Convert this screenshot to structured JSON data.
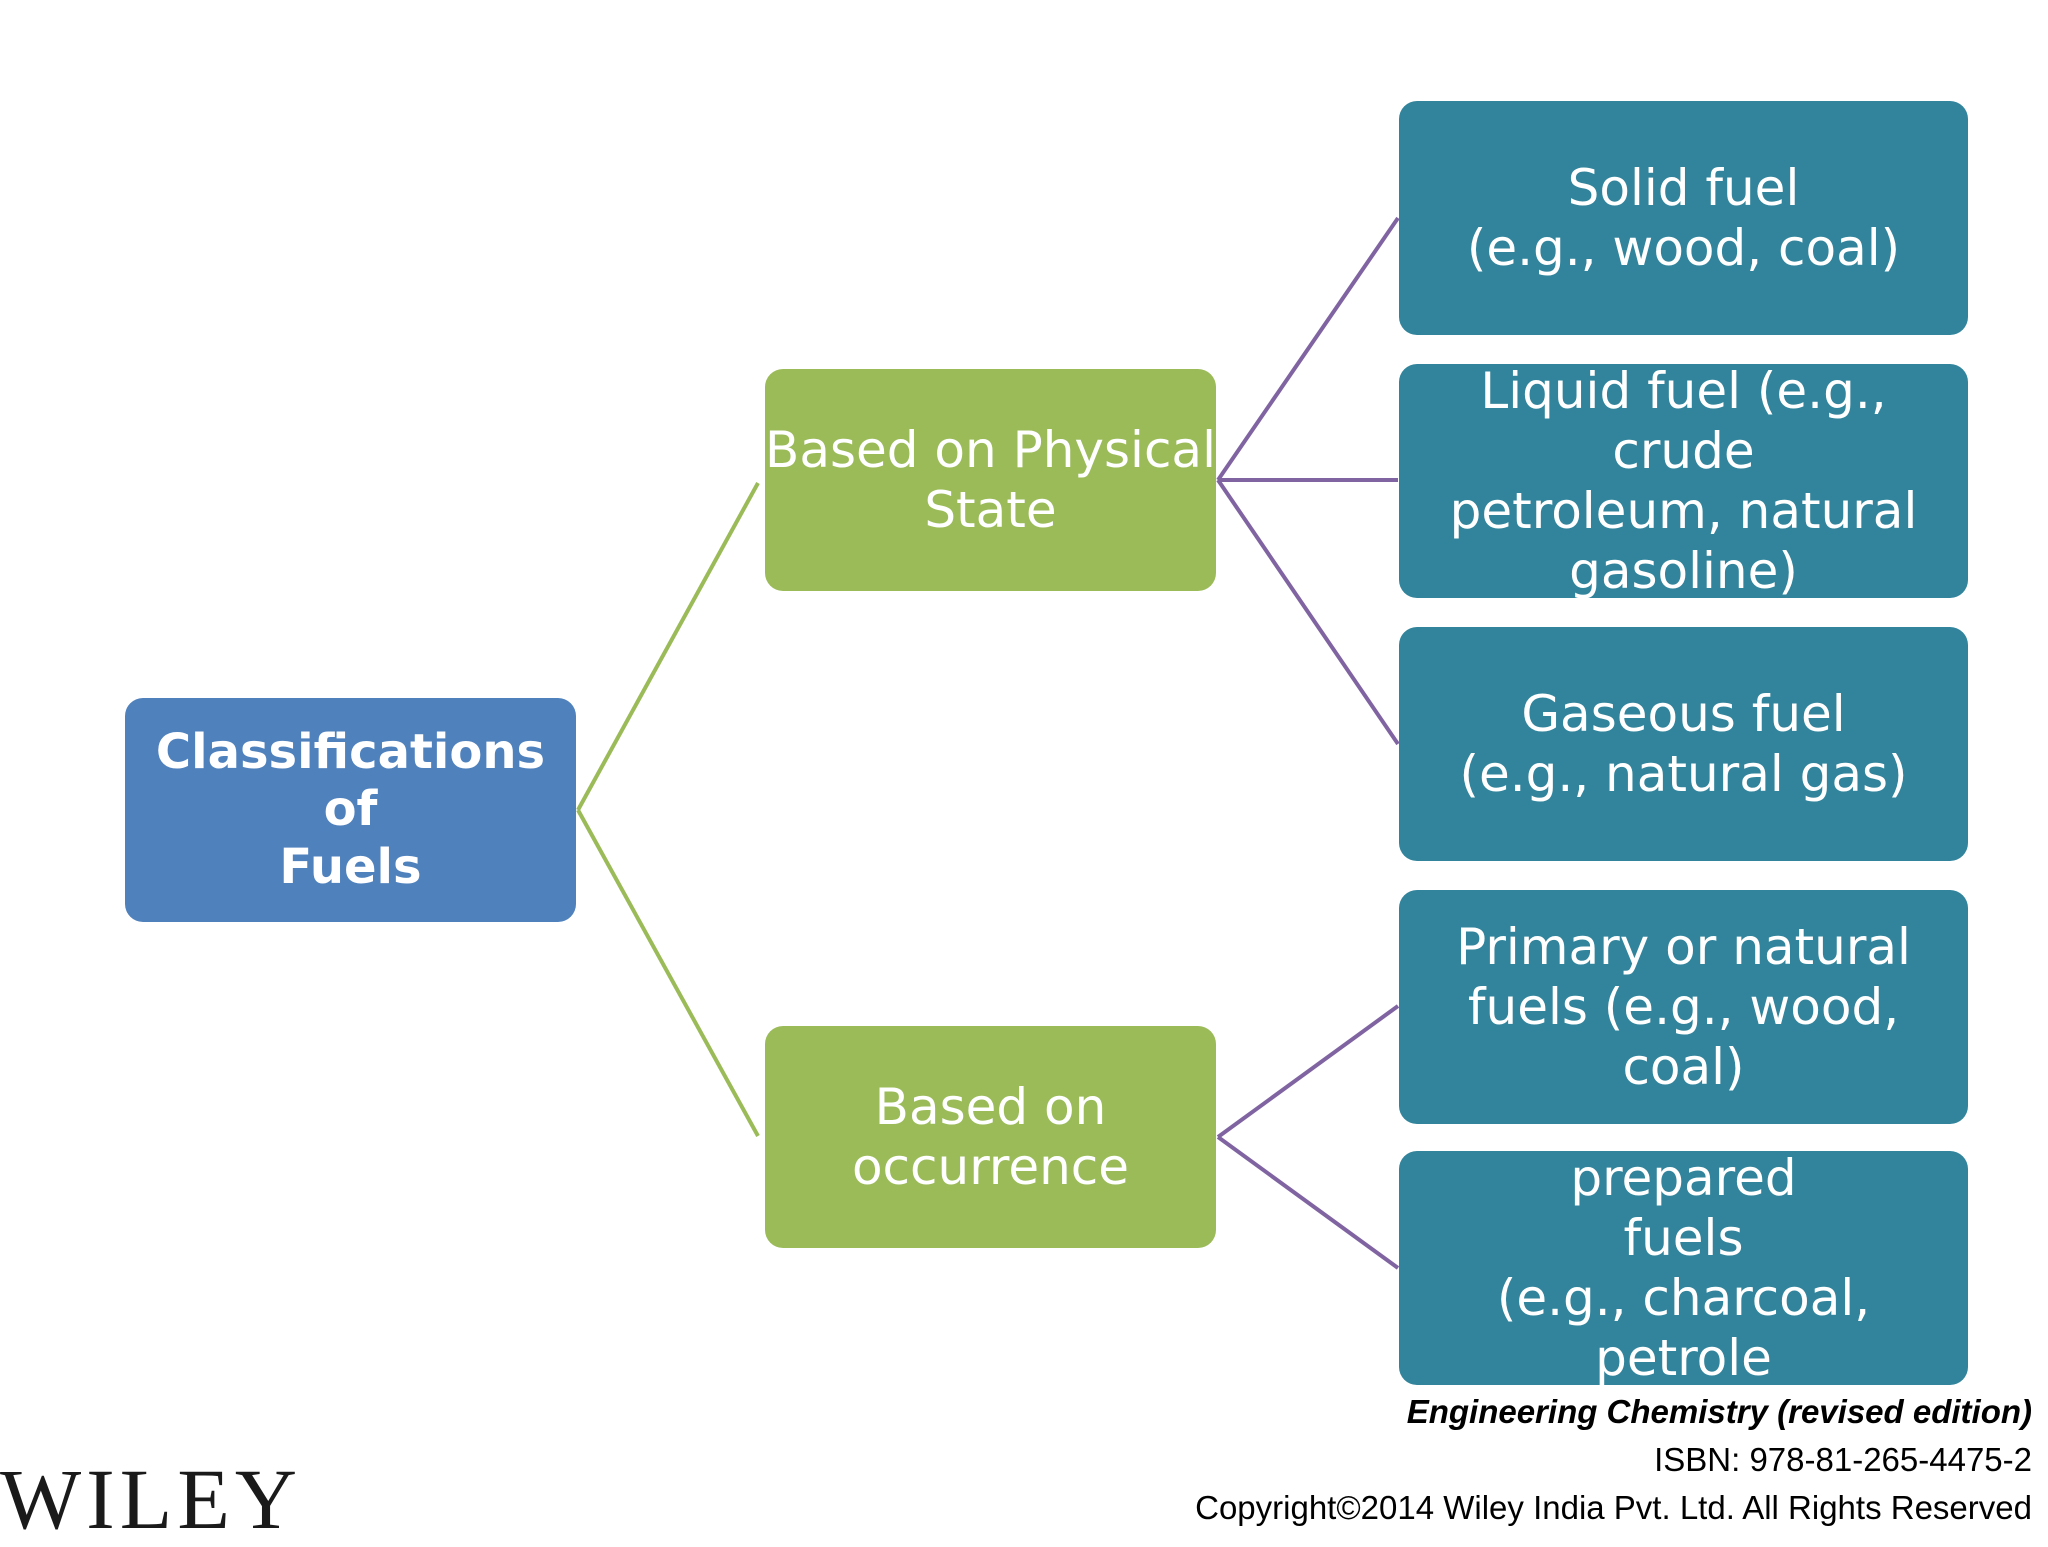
{
  "diagram": {
    "root": {
      "label": "Classifications of\nFuels"
    },
    "branches": [
      {
        "label": "Based on Physical\nState",
        "children": [
          "Solid fuel\n(e.g., wood, coal)",
          "Liquid fuel (e.g., crude\npetroleum, natural\ngasoline)",
          "Gaseous fuel\n(e.g., natural gas)"
        ]
      },
      {
        "label": "Based on\noccurrence",
        "children": [
          "Primary or natural\nfuels (e.g., wood, coal)",
          "Secondary or prepared\nfuels\n(e.g., charcoal, petrole\num coke)."
        ]
      }
    ]
  },
  "footer": {
    "book_title": "Engineering Chemistry (revised edition)",
    "isbn": "ISBN: 978-81-265-4475-2",
    "copyright": "Copyright©2014 Wiley India Pvt. Ltd. All Rights Reserved",
    "logo": "WILEY"
  },
  "colors": {
    "root": "#4f81bd",
    "branch": "#9bbb59",
    "leaf": "#31849b",
    "root_connector": "#9bbb59",
    "leaf_connector": "#8064a2"
  }
}
